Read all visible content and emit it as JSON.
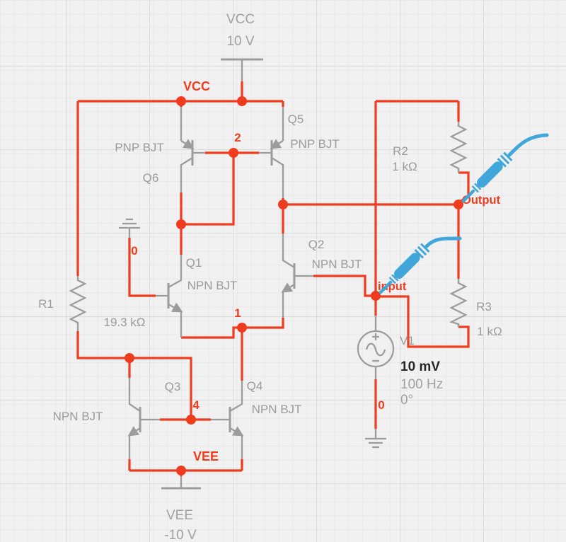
{
  "supplies": {
    "vcc": {
      "label": "VCC",
      "value": "10 V"
    },
    "vee": {
      "label": "VEE",
      "value": "-10 V"
    }
  },
  "nets": {
    "vcc": "VCC",
    "vee": "VEE",
    "output": "Output",
    "input": "input",
    "n0_left": "0",
    "n0_source": "0",
    "n1": "1",
    "n2": "2",
    "n4": "4"
  },
  "transistors": {
    "q1": {
      "ref": "Q1",
      "type": "NPN BJT"
    },
    "q2": {
      "ref": "Q2",
      "type": "NPN BJT"
    },
    "q3": {
      "ref": "Q3",
      "type": "NPN BJT"
    },
    "q4": {
      "ref": "Q4",
      "type": "NPN BJT"
    },
    "q5": {
      "ref": "Q5",
      "type": "PNP BJT"
    },
    "q6": {
      "ref": "Q6",
      "type": "PNP BJT"
    }
  },
  "resistors": {
    "r1": {
      "ref": "R1",
      "value": "19.3 kΩ"
    },
    "r2": {
      "ref": "R2",
      "value": "1 kΩ"
    },
    "r3": {
      "ref": "R3",
      "value": "1 kΩ"
    }
  },
  "source": {
    "ref": "V1",
    "amplitude": "10 mV",
    "frequency": "100 Hz",
    "phase": "0°"
  },
  "colors": {
    "wire": "#f03c1e",
    "symbol": "#9d9c9d",
    "label_gray": "#9b9b9b",
    "probe_blue": "#41a7da",
    "value_black": "#262626",
    "background": "#f2f1f1"
  }
}
